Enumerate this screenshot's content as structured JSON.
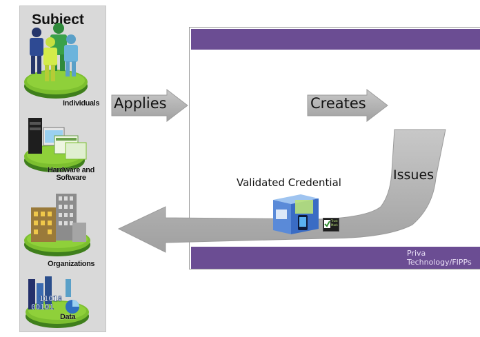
{
  "subject_panel": {
    "title": "Subject",
    "categories": [
      {
        "label": "Individuals",
        "icon": "people-icon"
      },
      {
        "label": "Hardware and Software",
        "label_lines": [
          "Hardware and",
          "Software"
        ],
        "icon": "computer-icon"
      },
      {
        "label": "Organizations",
        "icon": "buildings-icon"
      },
      {
        "label": "Data",
        "icon": "data-icon"
      }
    ]
  },
  "arrows": {
    "applies": "Applies",
    "creates": "Creates",
    "issues": "Issues"
  },
  "credential": {
    "label": "Validated Credential",
    "badge_lines": [
      "Trust",
      "Mark"
    ]
  },
  "footer_band": {
    "line1": "Priva",
    "line2": "Technology/FIPPs"
  },
  "colors": {
    "band": "#6b4d93",
    "platform_green": "#7cbf2f",
    "arrow_gray": "#a6a6a6",
    "panel_gray": "#d9d9d9",
    "credential_blue": "#4e7fd1"
  }
}
